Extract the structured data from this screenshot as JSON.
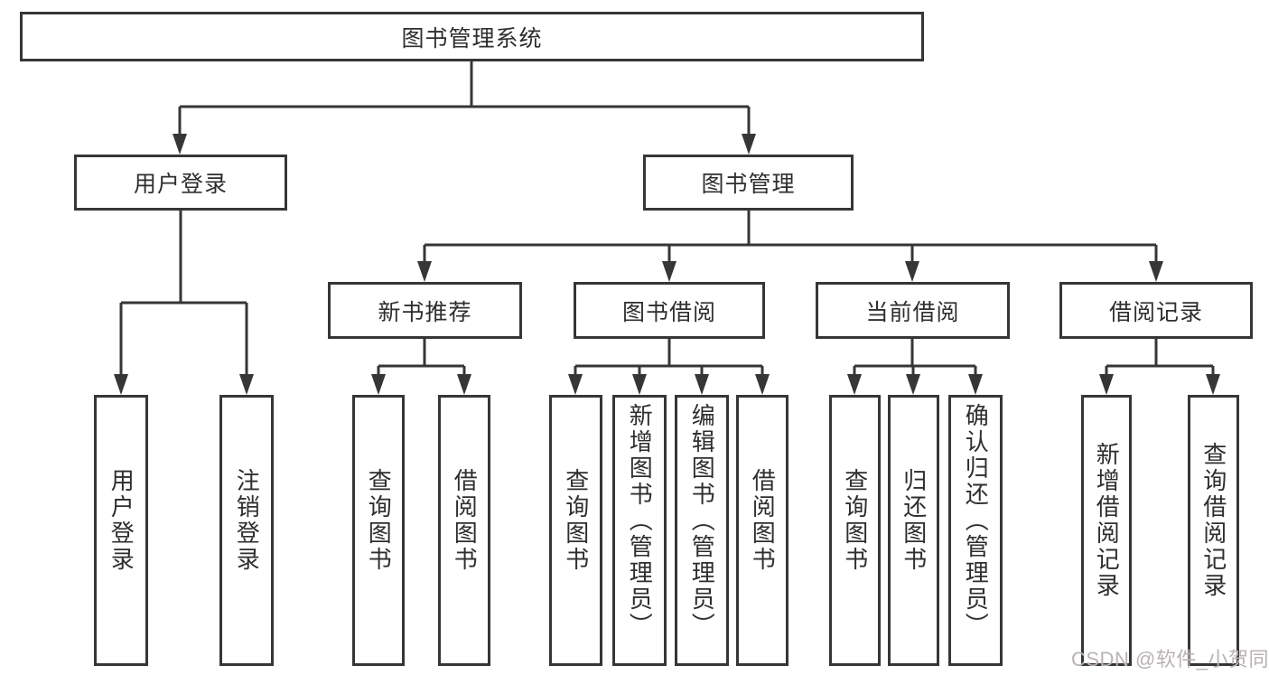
{
  "tree": {
    "root": "图书管理系统",
    "user_login": {
      "label": "用户登录",
      "children": [
        "用户登录",
        "注销登录"
      ]
    },
    "book_management": {
      "label": "图书管理",
      "sections": [
        {
          "label": "新书推荐",
          "children": [
            "查询图书",
            "借阅图书"
          ]
        },
        {
          "label": "图书借阅",
          "children": [
            "查询图书",
            "新增图书（管理员）",
            "编辑图书（管理员）",
            "借阅图书"
          ]
        },
        {
          "label": "当前借阅",
          "children": [
            "查询图书",
            "归还图书",
            "确认归还（管理员）"
          ]
        },
        {
          "label": "借阅记录",
          "children": [
            "新增借阅记录",
            "查询借阅记录"
          ]
        }
      ]
    }
  },
  "watermark": "CSDN @软件_小贺同学",
  "colors": {
    "line": "#363636",
    "text": "#2e2e2e",
    "watermark": "#b9b2b3",
    "background": "#ffffff"
  }
}
